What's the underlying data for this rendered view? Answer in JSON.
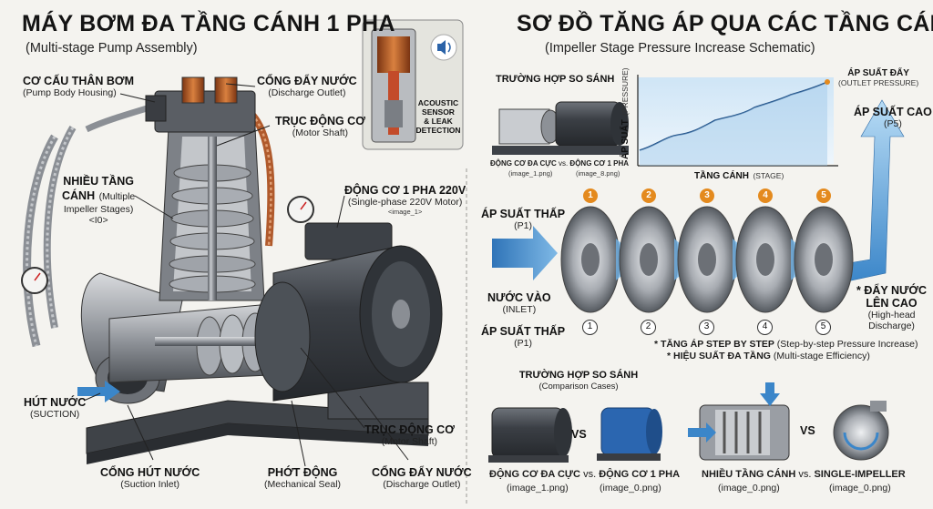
{
  "left": {
    "title": "MÁY BƠM ĐA TẦNG CÁNH 1 PHA",
    "subtitle": "(Multi-stage Pump Assembly)",
    "housing": {
      "label": "CƠ CẤU THÂN BƠM",
      "sub": "(Pump Body Housing)"
    },
    "discharge_top": {
      "label": "CỔNG ĐẨY NƯỚC",
      "sub": "(Discharge Outlet)"
    },
    "shaft_top": {
      "label": "TRỤC ĐỘNG CƠ",
      "sub": "(Motor Shaft)"
    },
    "acoustic": [
      "ACOUSTIC",
      "SENSOR",
      "& LEAK",
      "DETECTION"
    ],
    "stages": {
      "line1": "NHIỀU TẦNG",
      "line2": "CÁNH",
      "line2b": "(Multiple",
      "line3": "Impeller Stages)",
      "ref": "<I0>"
    },
    "motor": {
      "label": "ĐỘNG CƠ 1 PHA 220V",
      "sub": "(Single-phase 220V Motor)",
      "ref": "<image_1>"
    },
    "suction": {
      "label": "HÚT NƯỚC",
      "sub": "(SUCTION)"
    },
    "shaft_bottom": {
      "label": "TRỤC ĐỘNG CƠ",
      "sub": "(Motor Shaft)"
    },
    "suction_inlet": {
      "label": "CỔNG HÚT NƯỚC",
      "sub": "(Suction Inlet)"
    },
    "seal": {
      "label": "PHỚT ĐỘNG",
      "sub": "(Mechanical Seal)"
    },
    "discharge_bottom": {
      "label": "CỔNG ĐẨY NƯỚC",
      "sub": "(Discharge Outlet)"
    }
  },
  "right": {
    "title": "SƠ ĐỒ TĂNG ÁP QUA CÁC TẦNG CÁNH",
    "subtitle": "(Impeller Stage Pressure Increase Schematic)",
    "compare_top": {
      "title": "TRƯỜNG HỢP SO SÁNH",
      "caption_a": "ĐỘNG CƠ ĐA CỰC",
      "vs": "vs.",
      "caption_b": "ĐỘNG CƠ 1 PHA",
      "ref_a": "(image_1.png)",
      "ref_b": "(image_8.png)"
    },
    "graph": {
      "ylabel_main": "ÁP SUẤT",
      "ylabel_sub": "(PRESSURE)",
      "xlabel_main": "TẦNG CÁNH",
      "xlabel_sub": "(STAGE)",
      "outlet_label": "ÁP SUẤT ĐẨY",
      "outlet_sub": "(OUTLET PRESSURE)"
    },
    "p_low_top": {
      "label": "ÁP SUẤT THẤP",
      "sub": "(P1)"
    },
    "inlet": {
      "label": "NƯỚC VÀO",
      "sub": "(INLET)"
    },
    "p_low_bottom": {
      "label": "ÁP SUẤT THẤP",
      "sub": "(P1)"
    },
    "p_high": {
      "label": "ÁP SUẤT CAO",
      "sub": "(P5)"
    },
    "push": {
      "label1": "* ĐẨY NƯỚC",
      "label2": "LÊN CAO",
      "sub1": "(High-head",
      "sub2": "Discharge)"
    },
    "stage_numbers": [
      "1",
      "2",
      "3",
      "4",
      "5"
    ],
    "notes": [
      {
        "bold": "* TĂNG ÁP STEP BY STEP",
        "rest": " (Step-by-step Pressure Increase)"
      },
      {
        "bold": "* HIỆU SUẤT ĐA TẦNG",
        "rest": " (Multi-stage Efficiency)"
      }
    ],
    "compare_bottom": {
      "title": "TRƯỜNG HỢP SO SÁNH",
      "sub": "(Comparison Cases)",
      "vs": "VS",
      "caption_a": "ĐỘNG CƠ ĐA CỰC",
      "caption_vs": "vs.",
      "caption_b": "ĐỘNG CƠ 1 PHA",
      "ref_a": "(image_1.png)",
      "ref_b": "(image_0.png)"
    },
    "compare_impeller": {
      "vs": "VS",
      "caption_a": "NHIỀU TẦNG CÁNH",
      "caption_vs": "vs.",
      "caption_b": "SINGLE-IMPELLER",
      "ref_a": "(image_0.png)",
      "ref_b": "(image_0.png)"
    }
  },
  "colors": {
    "accent_orange": "#e48a1e",
    "flow_blue": "#3b86c9",
    "metal": "#8a8e94",
    "copper": "#b55a25",
    "motor_dark": "#3c4046"
  }
}
